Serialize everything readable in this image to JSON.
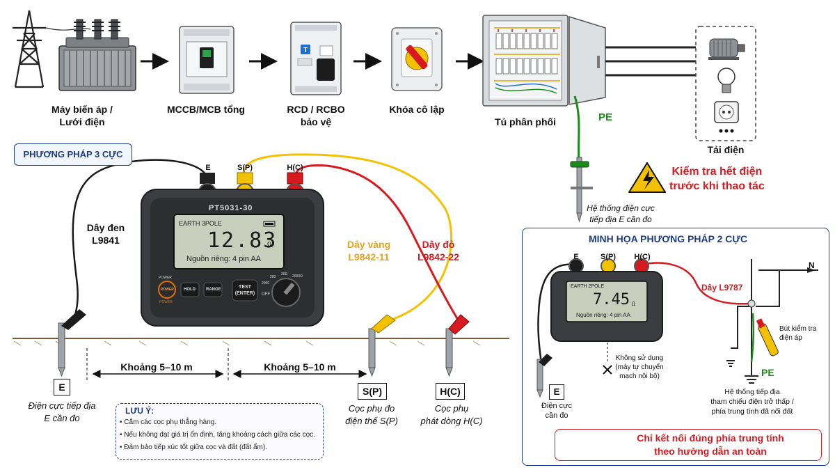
{
  "chain": {
    "transformer": "Máy biến áp  /\nLưới điện",
    "mccb": "MCCB/MCB tổng",
    "rcd": "RCD / RCBO\nbảo vệ",
    "isolator": "Khóa cô lập",
    "cabinet": "Tủ phân phối",
    "loads": "Tải điện",
    "pe": "PE",
    "rcd_t_button": "T"
  },
  "warning_top": "Kiểm tra hết điện\ntrước khi thao tác",
  "earth_system_top": "Hệ thống điện cực\ntiếp địa E cần đo",
  "three_pole": {
    "title": "PHƯƠNG PHÁP 3 CỰC",
    "meter": {
      "brand": "PT5031-30",
      "mode": "EARTH  3POLE",
      "value": "12.83",
      "unit": "Ω",
      "power_note": "Nguồn riêng: 4 pin AA",
      "btn_power_label": "POWER",
      "btn_power": "POWER",
      "btn_power_sub": "POWER",
      "btn_hold": "HOLD",
      "btn_range": "RANGE",
      "btn_test": "TEST\n(ENTER)",
      "dial_off": "OFF",
      "dial_marks": [
        "2000",
        "200",
        "20Ω",
        "2000Ω"
      ],
      "jack_e": "E",
      "jack_s": "S(P)",
      "jack_h": "H(C)"
    },
    "wire_black": "Dây đen\nL9841",
    "wire_yellow": "Dây vàng\nL9842-11",
    "wire_red": "Dây đỏ\nL9842-22",
    "distance_1": "Khoảng 5–10 m",
    "distance_2": "Khoảng 5–10 m",
    "pole_e": "E",
    "pole_s": "S(P)",
    "pole_h": "H(C)",
    "desc_e": "Điện cực tiếp địa\nE cần đo",
    "desc_s": "Cọc phụ đo\nđiện thế S(P)",
    "desc_h": "Cọc phụ\nphát dòng H(C)"
  },
  "notes": {
    "title": "LƯU Ý:",
    "items": [
      "Cắm các cọc phụ thẳng hàng.",
      "Nếu không đạt giá trị ổn định, tăng khoảng cách giữa các cọc.",
      "Đảm bảo tiếp xúc tốt giữa cọc và đất (đất ẩm)."
    ]
  },
  "two_pole": {
    "title": "MINH HỌA PHƯƠNG PHÁP 2 CỰC",
    "jack_e": "E",
    "jack_s": "S(P)",
    "jack_h": "H(C)",
    "mode": "EARTH  2POLE",
    "value": "7.45",
    "unit": "Ω",
    "power_note": "Nguồn riêng: 4 pin AA",
    "wire": "Dây L9787",
    "n_label": "N",
    "tester": "Bút kiểm tra\nđiện áp",
    "pe": "PE",
    "unused": "Không sử dụng\n(máy tự chuyển\nmạch nội bộ)",
    "pole_e": "E",
    "desc_e": "Điện cực\ncần đo",
    "ref_system": "Hệ thống tiếp địa\ntham chiếu điện trở thấp /\nphía trung tính đã nối đất",
    "warning": "Chỉ kết nối đúng phía trung tính\ntheo hướng dẫn an toàn"
  },
  "colors": {
    "accent_blue": "#1f3c88",
    "warning_red": "#d71920",
    "pe_green": "#1a8a1a",
    "wire_yellow": "#f2c200",
    "wire_red": "#d71920",
    "lcd": "#c9cfbd"
  }
}
